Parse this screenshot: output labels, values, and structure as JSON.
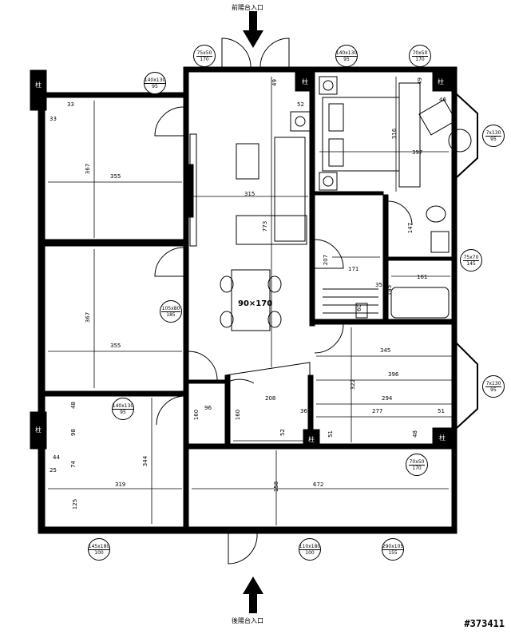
{
  "entrances": {
    "front": "前陽台入口",
    "rear": "後陽台入口"
  },
  "pillar_label": "柱",
  "reference_id": "#373411",
  "table_label": "90×170",
  "windows": [
    {
      "id": "w1",
      "top": "75x50",
      "bottom": "170"
    },
    {
      "id": "w2",
      "top": "140x130",
      "bottom": "95"
    },
    {
      "id": "w3",
      "top": "70x50",
      "bottom": "170"
    },
    {
      "id": "w4",
      "top": "140x130",
      "bottom": "95"
    },
    {
      "id": "w5",
      "top": "7x130",
      "bottom": "95"
    },
    {
      "id": "w6",
      "top": "75x70",
      "bottom": "145"
    },
    {
      "id": "w7",
      "top": "105x80",
      "bottom": "185"
    },
    {
      "id": "w8",
      "top": "140x130",
      "bottom": "95"
    },
    {
      "id": "w9",
      "top": "7x130",
      "bottom": "95"
    },
    {
      "id": "w10",
      "top": "70x50",
      "bottom": "170"
    },
    {
      "id": "w11",
      "top": "145x180",
      "bottom": "100"
    },
    {
      "id": "w12",
      "top": "110x180",
      "bottom": "100"
    },
    {
      "id": "w13",
      "top": "290x105",
      "bottom": "155"
    }
  ],
  "dimensions": {
    "d33a": "33",
    "d33b": "33",
    "d367a": "367",
    "d355a": "355",
    "d367b": "367",
    "d355b": "355",
    "d49": "49",
    "d52": "52",
    "d315": "315",
    "d773": "773",
    "d49b": "49",
    "d46": "46",
    "d316": "316",
    "d397": "397",
    "d147": "147",
    "d207": "207",
    "d171": "171",
    "d35": "35",
    "d161": "161",
    "d60": "60",
    "d145": "145",
    "d345": "345",
    "d396": "396",
    "d322": "322",
    "d294": "294",
    "d277": "277",
    "d51a": "51",
    "d160a": "160",
    "d96": "96",
    "d208": "208",
    "d160b": "160",
    "d36": "36",
    "d52b": "52",
    "d51b": "51",
    "d48": "48",
    "d48b": "48",
    "d98": "98",
    "d44": "44",
    "d74": "74",
    "d25": "25",
    "d319": "319",
    "d344": "344",
    "d125": "125",
    "d158": "158",
    "d672": "672"
  }
}
